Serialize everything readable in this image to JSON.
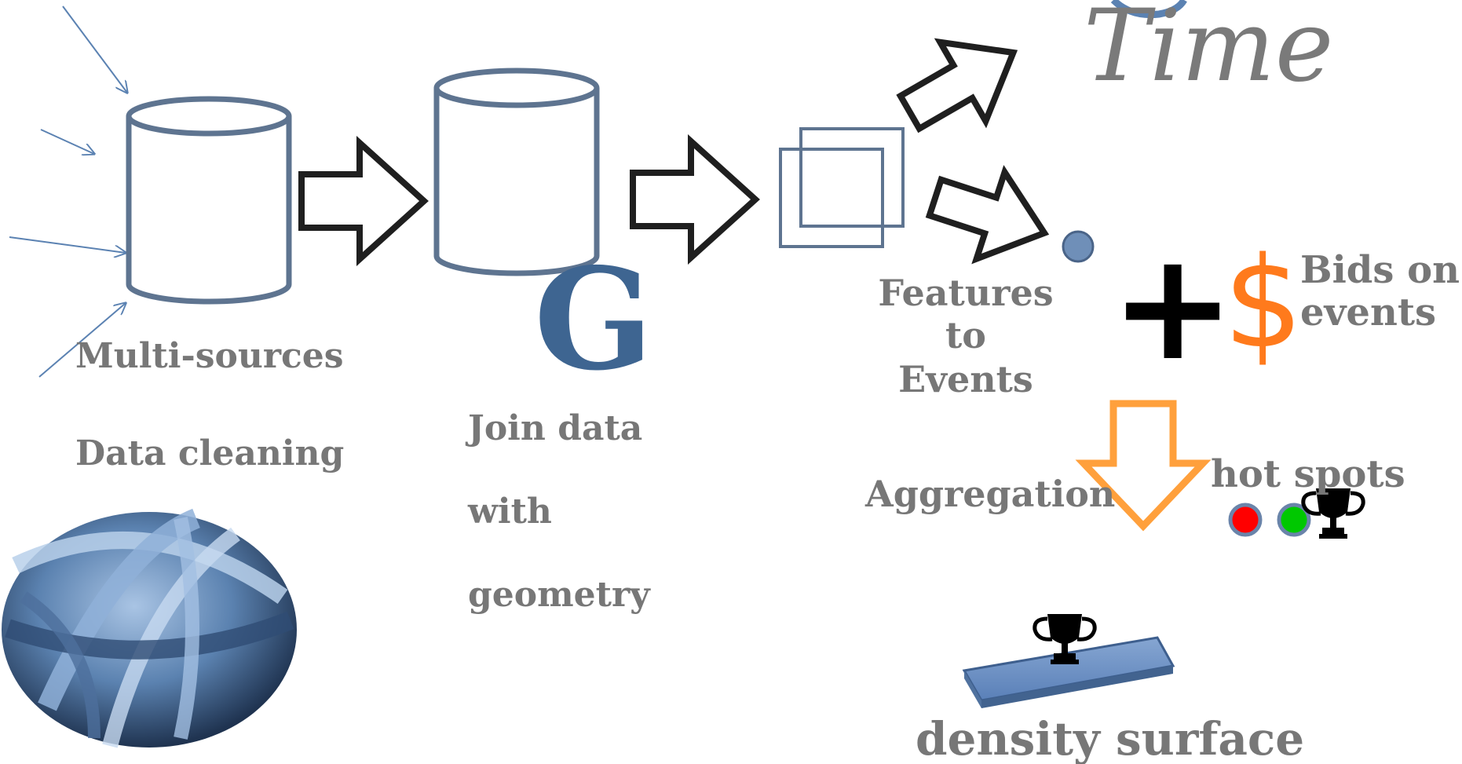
{
  "labels": {
    "multi_sources": "Multi-sources",
    "data_cleaning": "Data cleaning",
    "join_line1": "Join  data",
    "join_line2": "with",
    "join_line3": "geometry",
    "features_line1": "Features",
    "features_line2": "to",
    "features_line3": "Events",
    "bids_line1": "Bids  on",
    "bids_line2": "events",
    "aggregation": "Aggregation",
    "hot_spots": "hot  spots",
    "density_surface": "density  surface"
  },
  "logos": {
    "time_word": "Time",
    "g_letter": "G",
    "dollar_sign": "$",
    "plus_sign": "+"
  },
  "colors": {
    "cylinder_stroke": "#5e7490",
    "arrow_stroke": "#1f1f1f",
    "source_line": "#5b82b2",
    "label_gray": "#777777",
    "g_blue": "#3e6591",
    "dollar_orange": "#ff7a1c",
    "aggregation_arrow": "#ffa03c",
    "event_dot": "#6f8fb8",
    "hot_spot_red": "#ff0000",
    "hot_spot_green": "#00c800",
    "density_plate": "#6a8fc2"
  },
  "icons": [
    "yarn-ball-icon",
    "trophy-icon",
    "database-icon",
    "layers-icon",
    "arrow-icon"
  ]
}
